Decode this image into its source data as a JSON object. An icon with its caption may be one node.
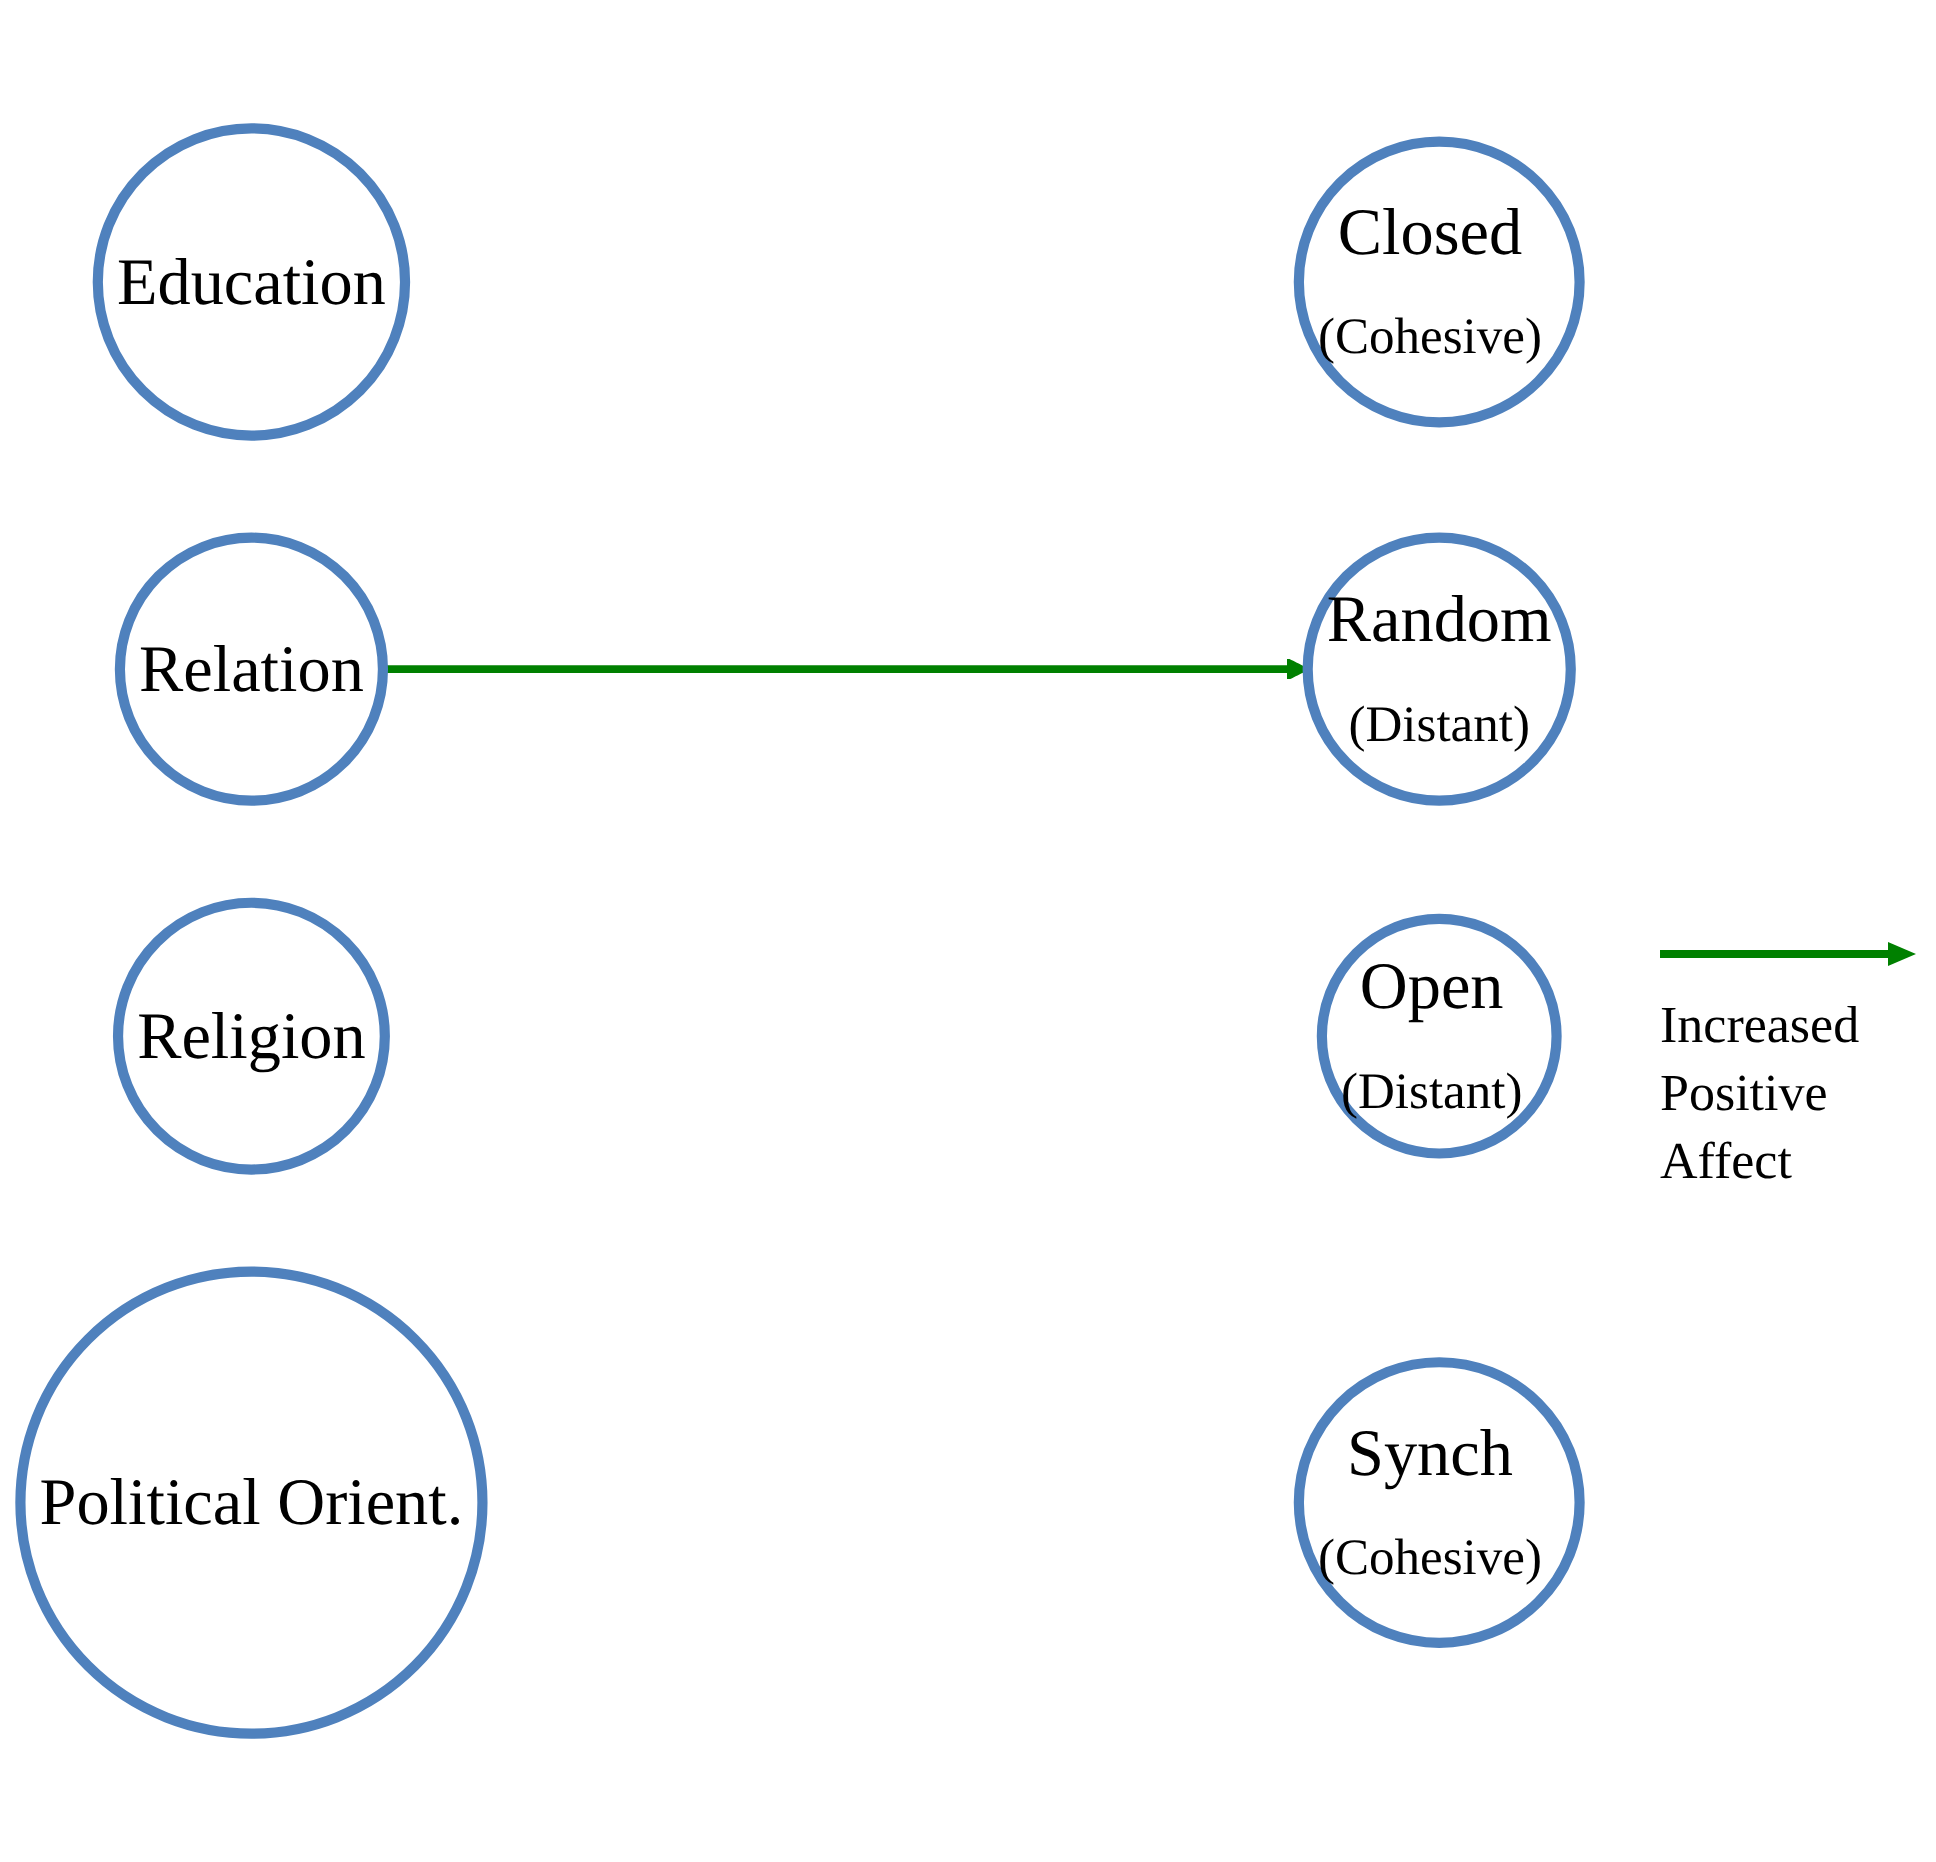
{
  "diagram": {
    "nodes": [
      {
        "text": [
          "Education"
        ]
      },
      {
        "text": [
          "Relation"
        ]
      },
      {
        "text": [
          "Religion"
        ]
      },
      {
        "text": [
          "Political Orient."
        ]
      },
      {
        "text": [
          "Closed",
          "(Cohesive)"
        ]
      },
      {
        "text": [
          "Random",
          "(Distant)"
        ]
      },
      {
        "text": [
          "Open",
          "(Distant)"
        ]
      },
      {
        "text": [
          "Synch",
          "(Cohesive)"
        ]
      }
    ],
    "edges": [
      {
        "from": 1,
        "to": 5,
        "arrow": "to",
        "color": "#008000"
      }
    ],
    "legend": [
      {
        "text": "Increased Positive Affect"
      }
    ]
  }
}
